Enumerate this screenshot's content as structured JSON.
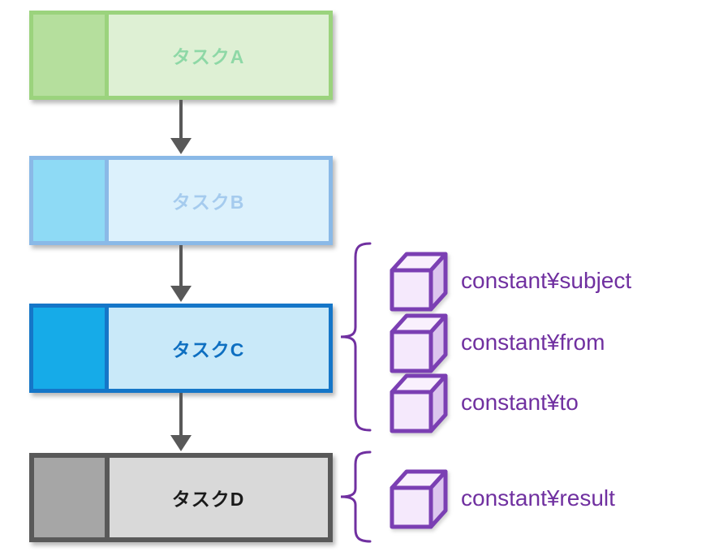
{
  "tasks": [
    {
      "name": "タスクA",
      "border_color": "#9bd37d",
      "accent_color": "#b5df9d",
      "fill_color": "#def0d4",
      "text_color": "#8ed8a6"
    },
    {
      "name": "タスクB",
      "border_color": "#8ab9e7",
      "accent_color": "#8edaf5",
      "fill_color": "#dcf1fc",
      "text_color": "#a5cbee"
    },
    {
      "name": "タスクC",
      "border_color": "#1576c8",
      "accent_color": "#16abe8",
      "fill_color": "#c9e9f9",
      "text_color": "#0e6fc1"
    },
    {
      "name": "タスクD",
      "border_color": "#595959",
      "accent_color": "#a6a6a6",
      "fill_color": "#d9d9d9",
      "text_color": "#1a1a1a"
    }
  ],
  "constants_c": [
    {
      "label": "constant¥subject"
    },
    {
      "label": "constant¥from"
    },
    {
      "label": "constant¥to"
    }
  ],
  "constants_d": [
    {
      "label": "constant¥result"
    }
  ],
  "connector_color": "#595959",
  "annotation_color": "#7030a0",
  "cube_colors": {
    "stroke": "#7b3fb3",
    "front": "#f5e9fc",
    "top": "#f9f0fd",
    "right": "#dcc5ee"
  }
}
